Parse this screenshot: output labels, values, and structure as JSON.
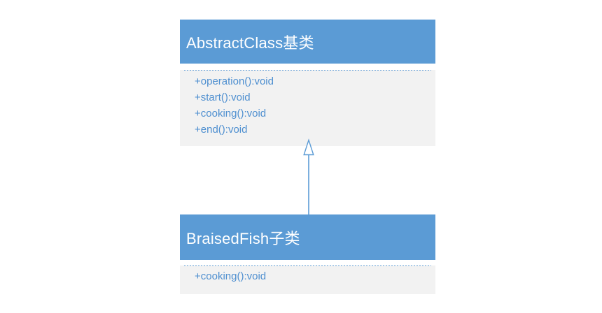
{
  "diagram": {
    "type": "uml-class-diagram",
    "classes": [
      {
        "name": "AbstractClass基类",
        "methods": [
          "+operation():void",
          "+start():void",
          "+cooking():void",
          "+end():void"
        ]
      },
      {
        "name": "BraisedFish子类",
        "methods": [
          "+cooking():void"
        ]
      }
    ],
    "relationship": {
      "type": "inheritance",
      "from": "BraisedFish子类",
      "to": "AbstractClass基类",
      "arrow_style": "hollow-triangle-up"
    },
    "colors": {
      "header_bg": "#5B9BD5",
      "header_text": "#FFFFFF",
      "body_bg": "#F2F2F2",
      "method_text": "#4E8FD0",
      "separator": "#5B9BD5",
      "connector": "#5B9BD5",
      "page_bg": "#FFFFFF"
    }
  }
}
